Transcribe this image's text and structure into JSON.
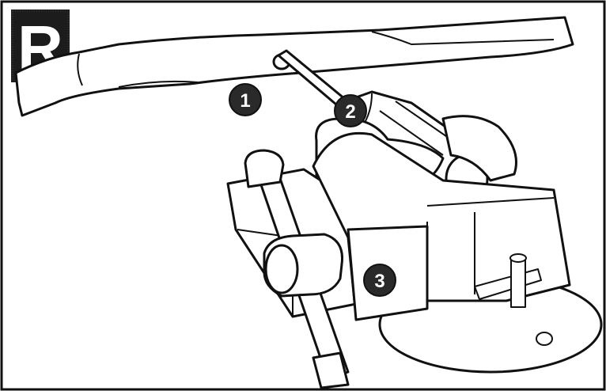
{
  "figure": {
    "panel_label": "R",
    "callouts": [
      {
        "number": "1",
        "part": "blade"
      },
      {
        "number": "2",
        "part": "screwdriver"
      },
      {
        "number": "3",
        "part": "vise"
      }
    ],
    "colors": {
      "ink": "#111111",
      "paper": "#ffffff",
      "callout_fill": "#2a2a2a",
      "shadow_gray": "#d9d9d9"
    }
  }
}
